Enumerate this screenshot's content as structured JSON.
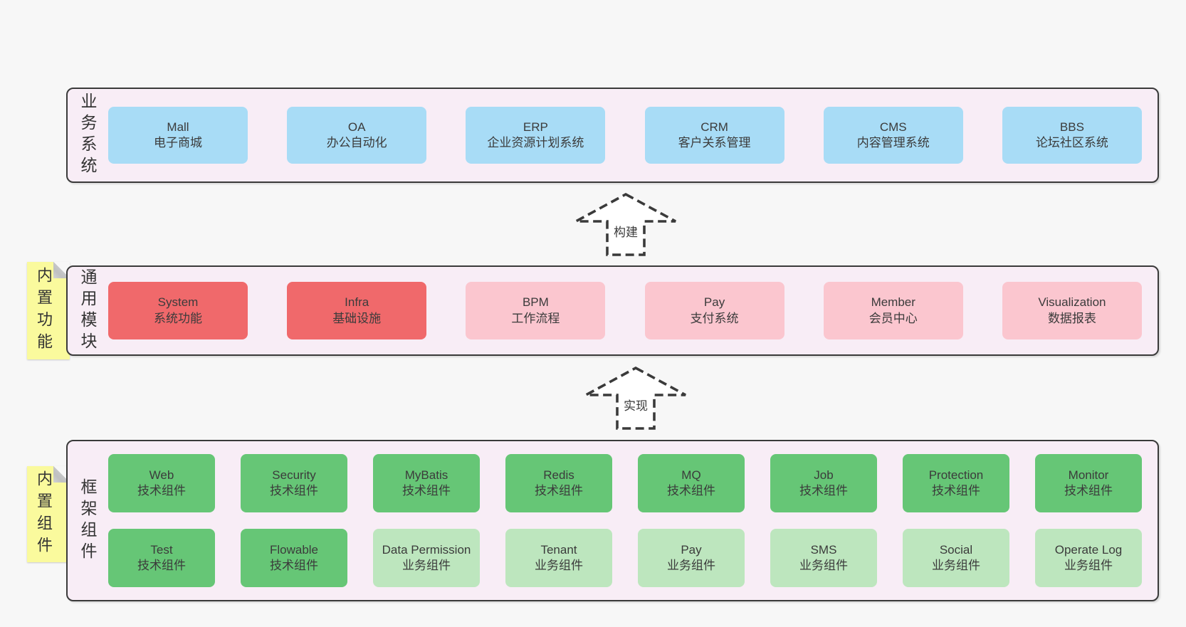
{
  "palette": {
    "blue": "#a8dcf6",
    "red": "#f0696b",
    "pink": "#fbc6cf",
    "green": "#66c676",
    "green_light": "#bde6be",
    "note_yellow": "#fafa9d",
    "layer_bg": "#f8edf6",
    "border_dark": "#3a3a3a",
    "page_bg": "#f7f7f7"
  },
  "arrows": [
    {
      "label": "构建"
    },
    {
      "label": "实现"
    }
  ],
  "sections": [
    {
      "title": "业务系统",
      "boxes": [
        {
          "en": "Mall",
          "zh": "电子商城",
          "color": "blue"
        },
        {
          "en": "OA",
          "zh": "办公自动化",
          "color": "blue"
        },
        {
          "en": "ERP",
          "zh": "企业资源计划系统",
          "color": "blue"
        },
        {
          "en": "CRM",
          "zh": "客户关系管理",
          "color": "blue"
        },
        {
          "en": "CMS",
          "zh": "内容管理系统",
          "color": "blue"
        },
        {
          "en": "BBS",
          "zh": "论坛社区系统",
          "color": "blue"
        }
      ]
    },
    {
      "title": "通用模块",
      "note": "内置功能",
      "boxes": [
        {
          "en": "System",
          "zh": "系统功能",
          "color": "red"
        },
        {
          "en": "Infra",
          "zh": "基础设施",
          "color": "red"
        },
        {
          "en": "BPM",
          "zh": "工作流程",
          "color": "pink"
        },
        {
          "en": "Pay",
          "zh": "支付系统",
          "color": "pink"
        },
        {
          "en": "Member",
          "zh": "会员中心",
          "color": "pink"
        },
        {
          "en": "Visualization",
          "zh": "数据报表",
          "color": "pink"
        }
      ]
    },
    {
      "title": "框架组件",
      "note": "内置组件",
      "boxes": [
        {
          "en": "Web",
          "zh": "技术组件",
          "color": "green"
        },
        {
          "en": "Security",
          "zh": "技术组件",
          "color": "green"
        },
        {
          "en": "MyBatis",
          "zh": "技术组件",
          "color": "green"
        },
        {
          "en": "Redis",
          "zh": "技术组件",
          "color": "green"
        },
        {
          "en": "MQ",
          "zh": "技术组件",
          "color": "green"
        },
        {
          "en": "Job",
          "zh": "技术组件",
          "color": "green"
        },
        {
          "en": "Protection",
          "zh": "技术组件",
          "color": "green"
        },
        {
          "en": "Monitor",
          "zh": "技术组件",
          "color": "green"
        },
        {
          "en": "Test",
          "zh": "技术组件",
          "color": "green"
        },
        {
          "en": "Flowable",
          "zh": "技术组件",
          "color": "green"
        },
        {
          "en": "Data Permission",
          "zh": "业务组件",
          "color": "green_light"
        },
        {
          "en": "Tenant",
          "zh": "业务组件",
          "color": "green_light"
        },
        {
          "en": "Pay",
          "zh": "业务组件",
          "color": "green_light"
        },
        {
          "en": "SMS",
          "zh": "业务组件",
          "color": "green_light"
        },
        {
          "en": "Social",
          "zh": "业务组件",
          "color": "green_light"
        },
        {
          "en": "Operate Log",
          "zh": "业务组件",
          "color": "green_light"
        }
      ]
    }
  ]
}
